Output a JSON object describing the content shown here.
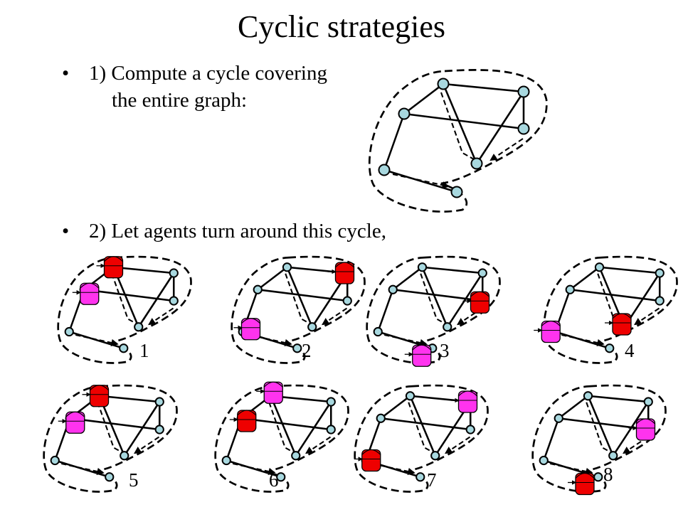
{
  "title": "Cyclic strategies",
  "bullets": [
    {
      "marker": "•",
      "line1": "1) Compute a cycle covering",
      "line2": "the entire graph:"
    },
    {
      "marker": "•",
      "line1": "2) Let agents turn around this cycle,"
    }
  ],
  "step_labels": [
    "1",
    "2",
    "3",
    "4",
    "5",
    "6",
    "7",
    "8"
  ],
  "colors": {
    "node_fill": "#a8d8df",
    "agent_red": "#ee0000",
    "agent_pink": "#ff33ee",
    "edge": "#000000"
  },
  "icons": {
    "agent": "robot-agent-icon",
    "node": "graph-node"
  }
}
